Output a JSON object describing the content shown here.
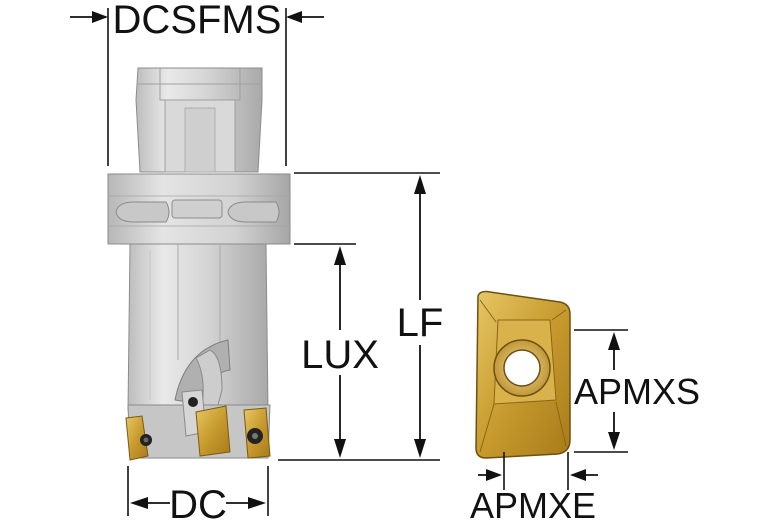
{
  "labels": {
    "dcsfms": "DCSFMS",
    "lf": "LF",
    "lux": "LUX",
    "dc": "DC",
    "apmxs": "APMXS",
    "apmxe": "APMXE"
  },
  "colors": {
    "tool_body": "#d4d4d4",
    "insert_gold": "#c9a23a",
    "line": "#111111"
  }
}
